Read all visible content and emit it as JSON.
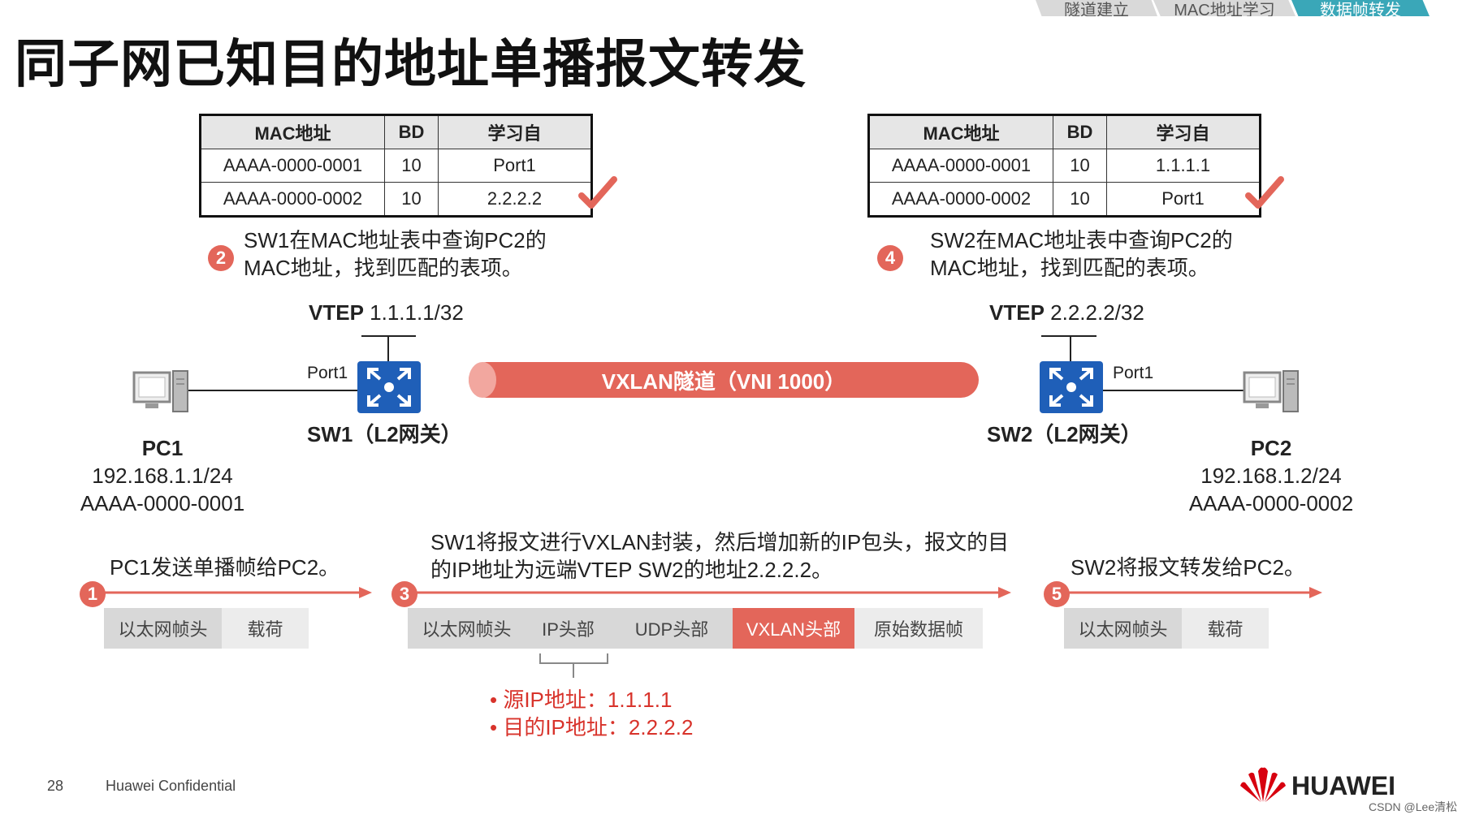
{
  "breadcrumb": [
    "隧道建立",
    "MAC地址学习",
    "数据帧转发"
  ],
  "title": "同子网已知目的地址单播报文转发",
  "table1": {
    "headers": [
      "MAC地址",
      "BD",
      "学习自"
    ],
    "rows": [
      [
        "AAAA-0000-0001",
        "10",
        "Port1"
      ],
      [
        "AAAA-0000-0002",
        "10",
        "2.2.2.2"
      ]
    ]
  },
  "table2": {
    "headers": [
      "MAC地址",
      "BD",
      "学习自"
    ],
    "rows": [
      [
        "AAAA-0000-0001",
        "10",
        "1.1.1.1"
      ],
      [
        "AAAA-0000-0002",
        "10",
        "Port1"
      ]
    ]
  },
  "steps": {
    "s1": {
      "num": "1",
      "text": "PC1发送单播帧给PC2。"
    },
    "s2": {
      "num": "2",
      "line1": "SW1在MAC地址表中查询PC2的",
      "line2": "MAC地址，找到匹配的表项。"
    },
    "s3": {
      "num": "3",
      "line1": "SW1将报文进行VXLAN封装，然后增加新的IP包头，报文的目",
      "line2": "的IP地址为远端VTEP SW2的地址2.2.2.2。"
    },
    "s4": {
      "num": "4",
      "line1": "SW2在MAC地址表中查询PC2的",
      "line2": "MAC地址，找到匹配的表项。"
    },
    "s5": {
      "num": "5",
      "text": "SW2将报文转发给PC2。"
    }
  },
  "vtep1": {
    "label": "VTEP",
    "ip": "1.1.1.1/32"
  },
  "vtep2": {
    "label": "VTEP",
    "ip": "2.2.2.2/32"
  },
  "sw1": {
    "name": "SW1（L2网关）",
    "port": "Port1"
  },
  "sw2": {
    "name": "SW2（L2网关）",
    "port": "Port1"
  },
  "tunnel": "VXLAN隧道（VNI 1000）",
  "pc1": {
    "name": "PC1",
    "ip": "192.168.1.1/24",
    "mac": "AAAA-0000-0001"
  },
  "pc2": {
    "name": "PC2",
    "ip": "192.168.1.2/24",
    "mac": "AAAA-0000-0002"
  },
  "frame1": [
    "以太网帧头",
    "载荷"
  ],
  "frame3": [
    "以太网帧头",
    "IP头部",
    "UDP头部",
    "VXLAN头部",
    "原始数据帧"
  ],
  "frame5": [
    "以太网帧头",
    "载荷"
  ],
  "ip_bullets": [
    "源IP地址：1.1.1.1",
    "目的IP地址：2.2.2.2"
  ],
  "footer": {
    "page": "28",
    "text": "Huawei Confidential",
    "brand": "HUAWEI",
    "watermark": "CSDN @Lee清松"
  },
  "colors": {
    "accent_red": "#e3665a",
    "switch_blue": "#1f5fb8",
    "teal": "#3aa7b8"
  }
}
